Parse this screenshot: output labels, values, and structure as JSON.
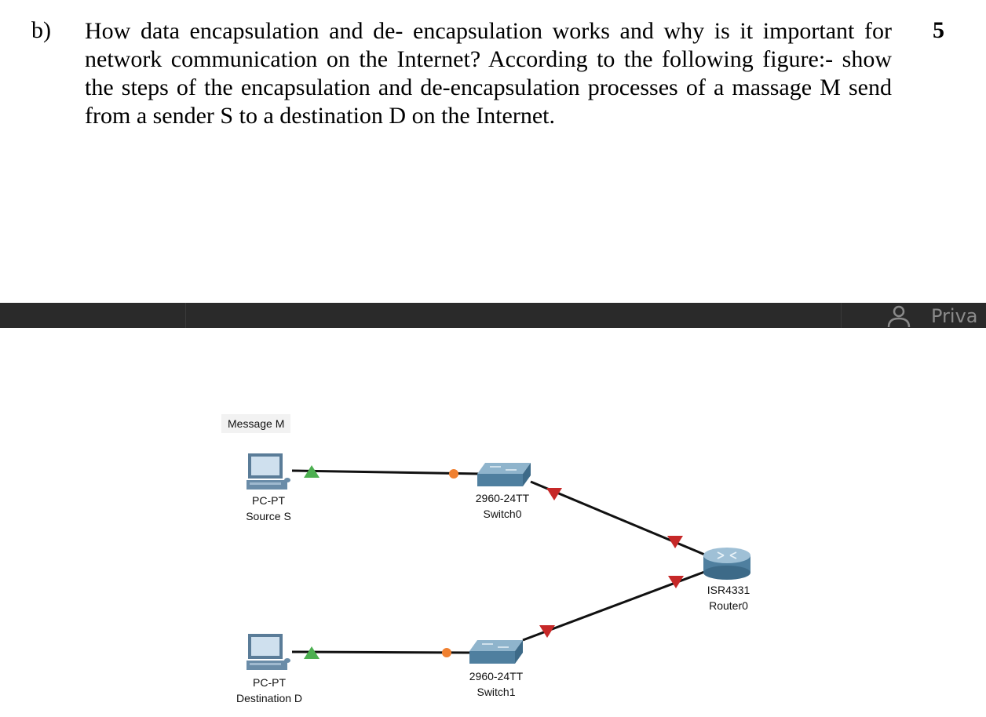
{
  "question": {
    "label": "b)",
    "text": "How data encapsulation and de- encapsulation works and why is it important for network communication on the Internet? According to the following figure:- show the steps of the encapsulation and de-encapsulation processes of a massage M send from a sender S to a destination D on the Internet.",
    "marks": "5"
  },
  "bar": {
    "user_icon": "user-icon",
    "private_label": "Priva"
  },
  "diagram": {
    "message_label": "Message M",
    "nodes": {
      "source": {
        "type": "PC-PT",
        "name": "Source S",
        "icon": "pc-icon"
      },
      "destination": {
        "type": "PC-PT",
        "name": "Destination D",
        "icon": "pc-icon"
      },
      "switch0": {
        "type": "2960-24TT",
        "name": "Switch0",
        "icon": "switch-icon"
      },
      "switch1": {
        "type": "2960-24TT",
        "name": "Switch1",
        "icon": "switch-icon"
      },
      "router0": {
        "type": "ISR4331",
        "name": "Router0",
        "icon": "router-icon"
      }
    },
    "link_status_colors": {
      "up": "#4caf50",
      "down": "#c62828",
      "blocking": "#f08030"
    }
  }
}
